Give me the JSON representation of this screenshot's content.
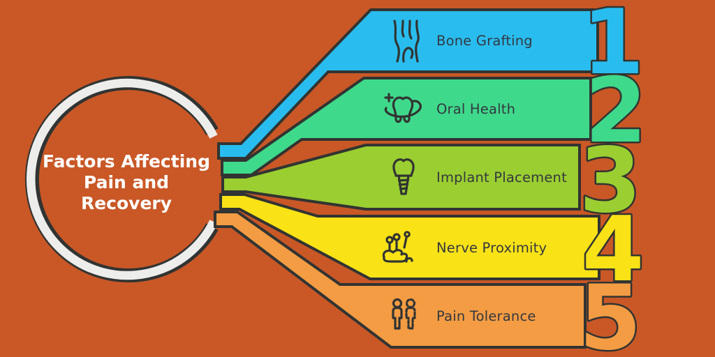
{
  "title": {
    "line1": "Factors Affecting",
    "line2": "Pain and",
    "line3": "Recovery"
  },
  "items": [
    {
      "number": "1",
      "label": "Bone Grafting",
      "color": "#29BDEF",
      "icon": "bone-grafting-icon"
    },
    {
      "number": "2",
      "label": "Oral Health",
      "color": "#3FD98B",
      "icon": "oral-health-icon"
    },
    {
      "number": "3",
      "label": "Implant Placement",
      "color": "#9BCE30",
      "icon": "dental-implant-icon"
    },
    {
      "number": "4",
      "label": "Nerve Proximity",
      "color": "#F9E216",
      "icon": "nerve-proximity-icon"
    },
    {
      "number": "5",
      "label": "Pain Tolerance",
      "color": "#F49C43",
      "icon": "pain-tolerance-icon"
    }
  ],
  "colors": {
    "background": "#C95826",
    "outline": "#313432",
    "ring": "#EDEDEB",
    "label_text": "#333840",
    "title_text": "#FFFFFF"
  }
}
